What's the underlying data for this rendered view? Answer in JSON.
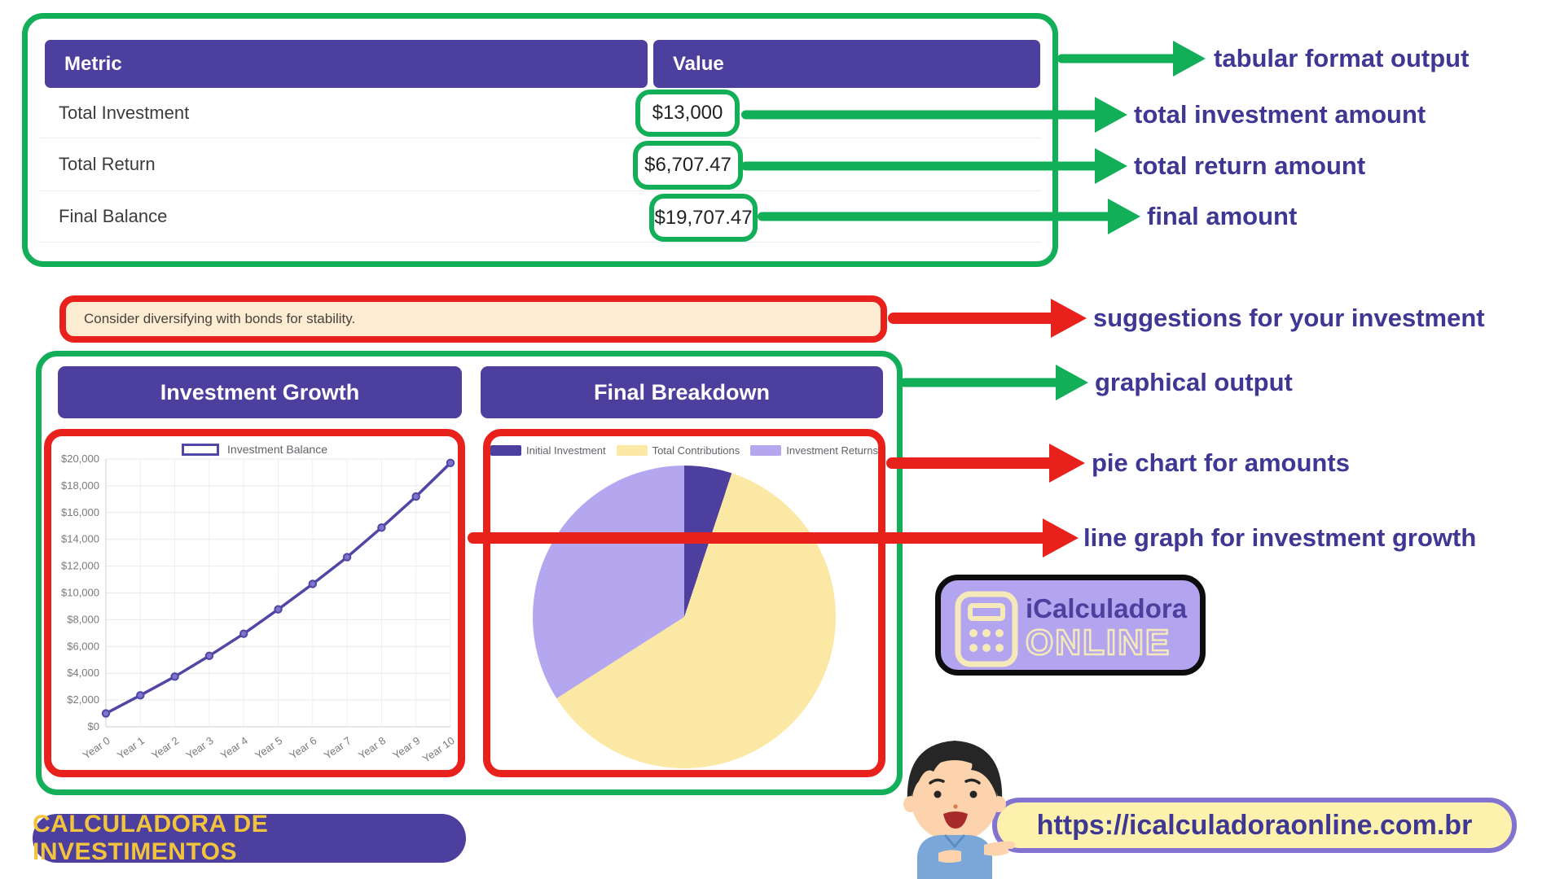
{
  "colors": {
    "annotation_green": "#12ae58",
    "annotation_red": "#e8211d",
    "brand_purple": "#4c3f9e",
    "annotation_text": "#3e3794",
    "suggestion_bg": "#fcecd2",
    "logo_bg": "#b3a4ef",
    "url_pill_bg": "#fcf2ad",
    "badge_text_gold": "#f2c43d"
  },
  "table": {
    "headers": [
      "Metric",
      "Value"
    ],
    "rows": [
      {
        "metric": "Total Investment",
        "value": "$13,000"
      },
      {
        "metric": "Total Return",
        "value": "$6,707.47"
      },
      {
        "metric": "Final Balance",
        "value": "$19,707.47"
      }
    ]
  },
  "suggestion": {
    "text": "Consider diversifying with bonds for stability."
  },
  "annotations": {
    "tabular": "tabular format output",
    "total_investment": "total investment amount",
    "total_return": "total return amount",
    "final_amount": "final amount",
    "suggestions": "suggestions for your investment",
    "graphical": "graphical output",
    "pie": "pie chart for amounts",
    "line": "line graph for investment growth"
  },
  "chart_data": [
    {
      "type": "line",
      "title": "Investment Growth",
      "x": [
        "Year 0",
        "Year 1",
        "Year 2",
        "Year 3",
        "Year 4",
        "Year 5",
        "Year 6",
        "Year 7",
        "Year 8",
        "Year 9",
        "Year 10"
      ],
      "series": [
        {
          "name": "Investment Balance",
          "color": "#4f46a5",
          "values": [
            1000,
            2350,
            3750,
            5300,
            6950,
            8770,
            10670,
            12670,
            14880,
            17200,
            19707.47
          ]
        }
      ],
      "xlabel": "",
      "ylabel": "",
      "ylim": [
        0,
        20000
      ],
      "ytick_step": 2000,
      "ytick_prefix": "$",
      "grid": true,
      "legend_position": "top"
    },
    {
      "type": "pie",
      "title": "Final Breakdown",
      "labels": [
        "Initial Investment",
        "Total Contributions",
        "Investment Returns"
      ],
      "values": [
        1000,
        12000,
        6707.47
      ],
      "colors": [
        "#4c3f9e",
        "#fbe8a4",
        "#b4a7f0"
      ],
      "legend_position": "top"
    }
  ],
  "logo": {
    "line1": "iCalculadora",
    "line2": "ONLINE"
  },
  "badge": {
    "text": "CALCULADORA DE INVESTIMENTOS"
  },
  "url": {
    "text": "https://icalculadoraonline.com.br"
  }
}
